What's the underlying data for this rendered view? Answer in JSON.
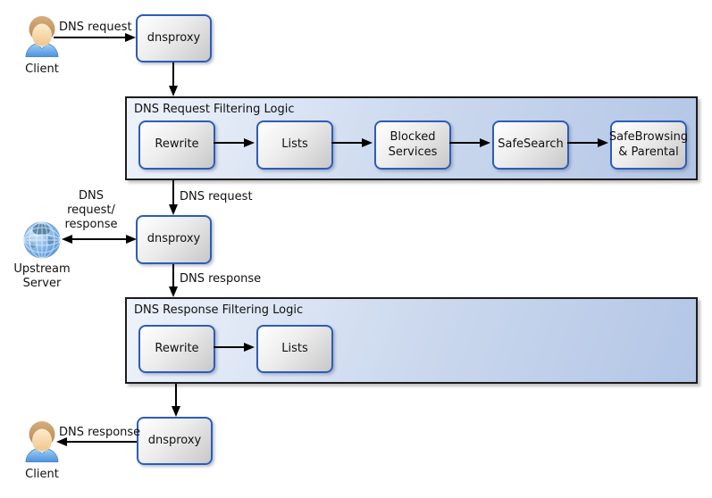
{
  "diagram": {
    "colors": {
      "container_fill_light": "#eef3fb",
      "container_fill_dark": "#b3c6e6",
      "container_border": "#1c1c1c",
      "node_border": "#2e5cb8",
      "node_fill_light": "#ffffff",
      "node_fill_dark": "#c8c8c8",
      "arrow": "#000000",
      "shirt_blue": "#4a90dd",
      "globe_blue": "#4e8ecf"
    },
    "actors": {
      "client_top": "Client",
      "client_bottom": "Client",
      "upstream": {
        "line1": "Upstream",
        "line2": "Server"
      }
    },
    "proxies": {
      "top": "dnsproxy",
      "middle": "dnsproxy",
      "bottom": "dnsproxy"
    },
    "request_filtering": {
      "title": "DNS Request Filtering Logic",
      "steps": [
        {
          "line1": "Rewrite"
        },
        {
          "line1": "Lists"
        },
        {
          "line1": "Blocked",
          "line2": "Services"
        },
        {
          "line1": "SafeSearch"
        },
        {
          "line1": "SafeBrowsing",
          "line2": "& Parental"
        }
      ]
    },
    "response_filtering": {
      "title": "DNS Response Filtering Logic",
      "steps": [
        {
          "line1": "Rewrite"
        },
        {
          "line1": "Lists"
        }
      ]
    },
    "edge_labels": {
      "client_request": "DNS request",
      "filtered_request": "DNS request",
      "upstream_exchange": {
        "line1": "DNS",
        "line2": "request/",
        "line3": "response"
      },
      "response_to_filter": "DNS response",
      "response_to_client": "DNS response"
    }
  }
}
